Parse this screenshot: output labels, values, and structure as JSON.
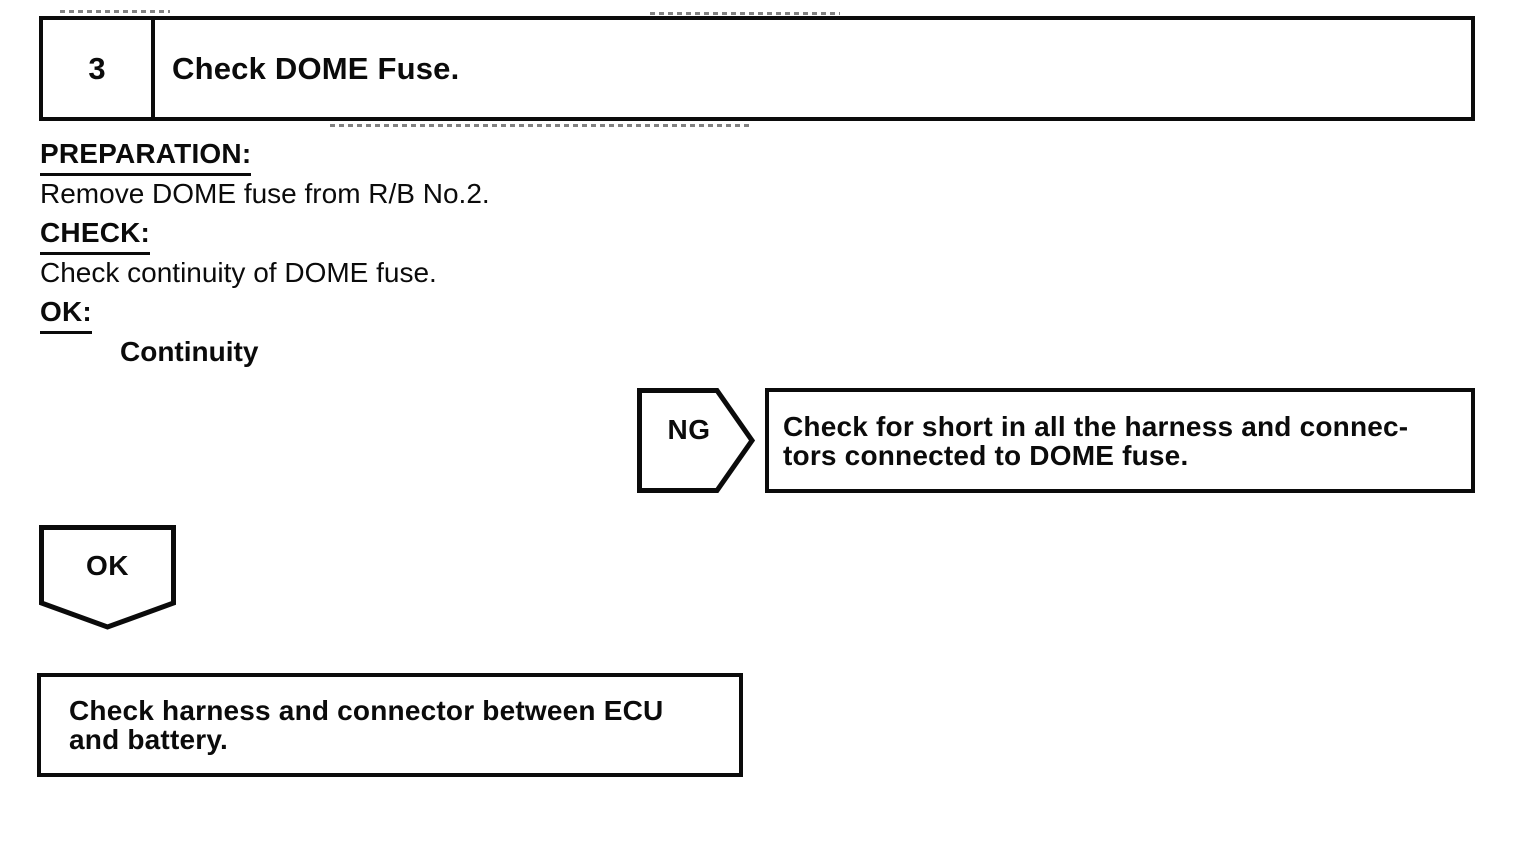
{
  "document": {
    "colors": {
      "ink": "#0b0b0b",
      "paper": "#ffffff"
    },
    "step_header": {
      "number": "3",
      "title": "Check DOME Fuse."
    },
    "sections": {
      "preparation_label": "PREPARATION:",
      "preparation_text": "Remove DOME fuse from R/B No.2.",
      "check_label": "CHECK:",
      "check_text": "Check continuity of DOME fuse.",
      "ok_label": "OK:",
      "ok_result": "Continuity"
    },
    "ng_branch": {
      "connector_label": "NG",
      "action_line1": "Check for short in all the harness and connec-",
      "action_line2": "tors connected to DOME fuse."
    },
    "ok_branch": {
      "connector_label": "OK",
      "action_line1": "Check harness and connector between ECU",
      "action_line2": "and battery."
    }
  }
}
